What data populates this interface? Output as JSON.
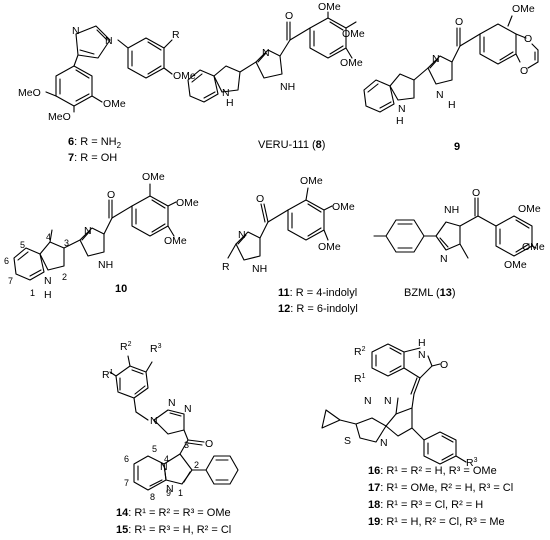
{
  "compounds": [
    {
      "id": "c6",
      "number": "6",
      "caption_suffix": ": R = NH",
      "sub": "2",
      "extra": ""
    },
    {
      "id": "c7",
      "number": "7",
      "caption_suffix": ": R = OH"
    },
    {
      "id": "c8",
      "name": "VERU-111 (",
      "number": "8",
      "close": ")"
    },
    {
      "id": "c9",
      "number": "9"
    },
    {
      "id": "c10",
      "number": "10"
    },
    {
      "id": "c11",
      "number": "11",
      "caption_suffix": ": R = 4-indolyl"
    },
    {
      "id": "c12",
      "number": "12",
      "caption_suffix": ": R = 6-indolyl"
    },
    {
      "id": "c13",
      "name": "BZML (",
      "number": "13",
      "close": ")"
    },
    {
      "id": "c14",
      "number": "14",
      "caption": ": R¹ = R² = R³ = OMe"
    },
    {
      "id": "c15",
      "number": "15",
      "caption": ": R¹ = R³ = H, R² = Cl"
    },
    {
      "id": "c16",
      "number": "16",
      "caption": ": R¹ = R² = H, R³ = OMe"
    },
    {
      "id": "c17",
      "number": "17",
      "caption": ": R¹ = OMe, R² = H, R³ = Cl"
    },
    {
      "id": "c18",
      "number": "18",
      "caption": ": R¹ = R³ = Cl, R² = H"
    },
    {
      "id": "c19",
      "number": "19",
      "caption": ": R¹ = H, R² = Cl, R³ = Me"
    }
  ],
  "atoms": {
    "OMe": "OMe",
    "MeO": "MeO",
    "O": "O",
    "N": "N",
    "NH": "NH",
    "H": "H",
    "R": "R",
    "S": "S",
    "R1": "R",
    "R2": "R",
    "R3": "R",
    "sup1": "1",
    "sup2": "2",
    "sup3": "3",
    "n1": "1",
    "n2": "2",
    "n3": "3",
    "n4": "4",
    "n5": "5",
    "n6": "6",
    "n7": "7",
    "n8": "8",
    "n9": "9"
  }
}
